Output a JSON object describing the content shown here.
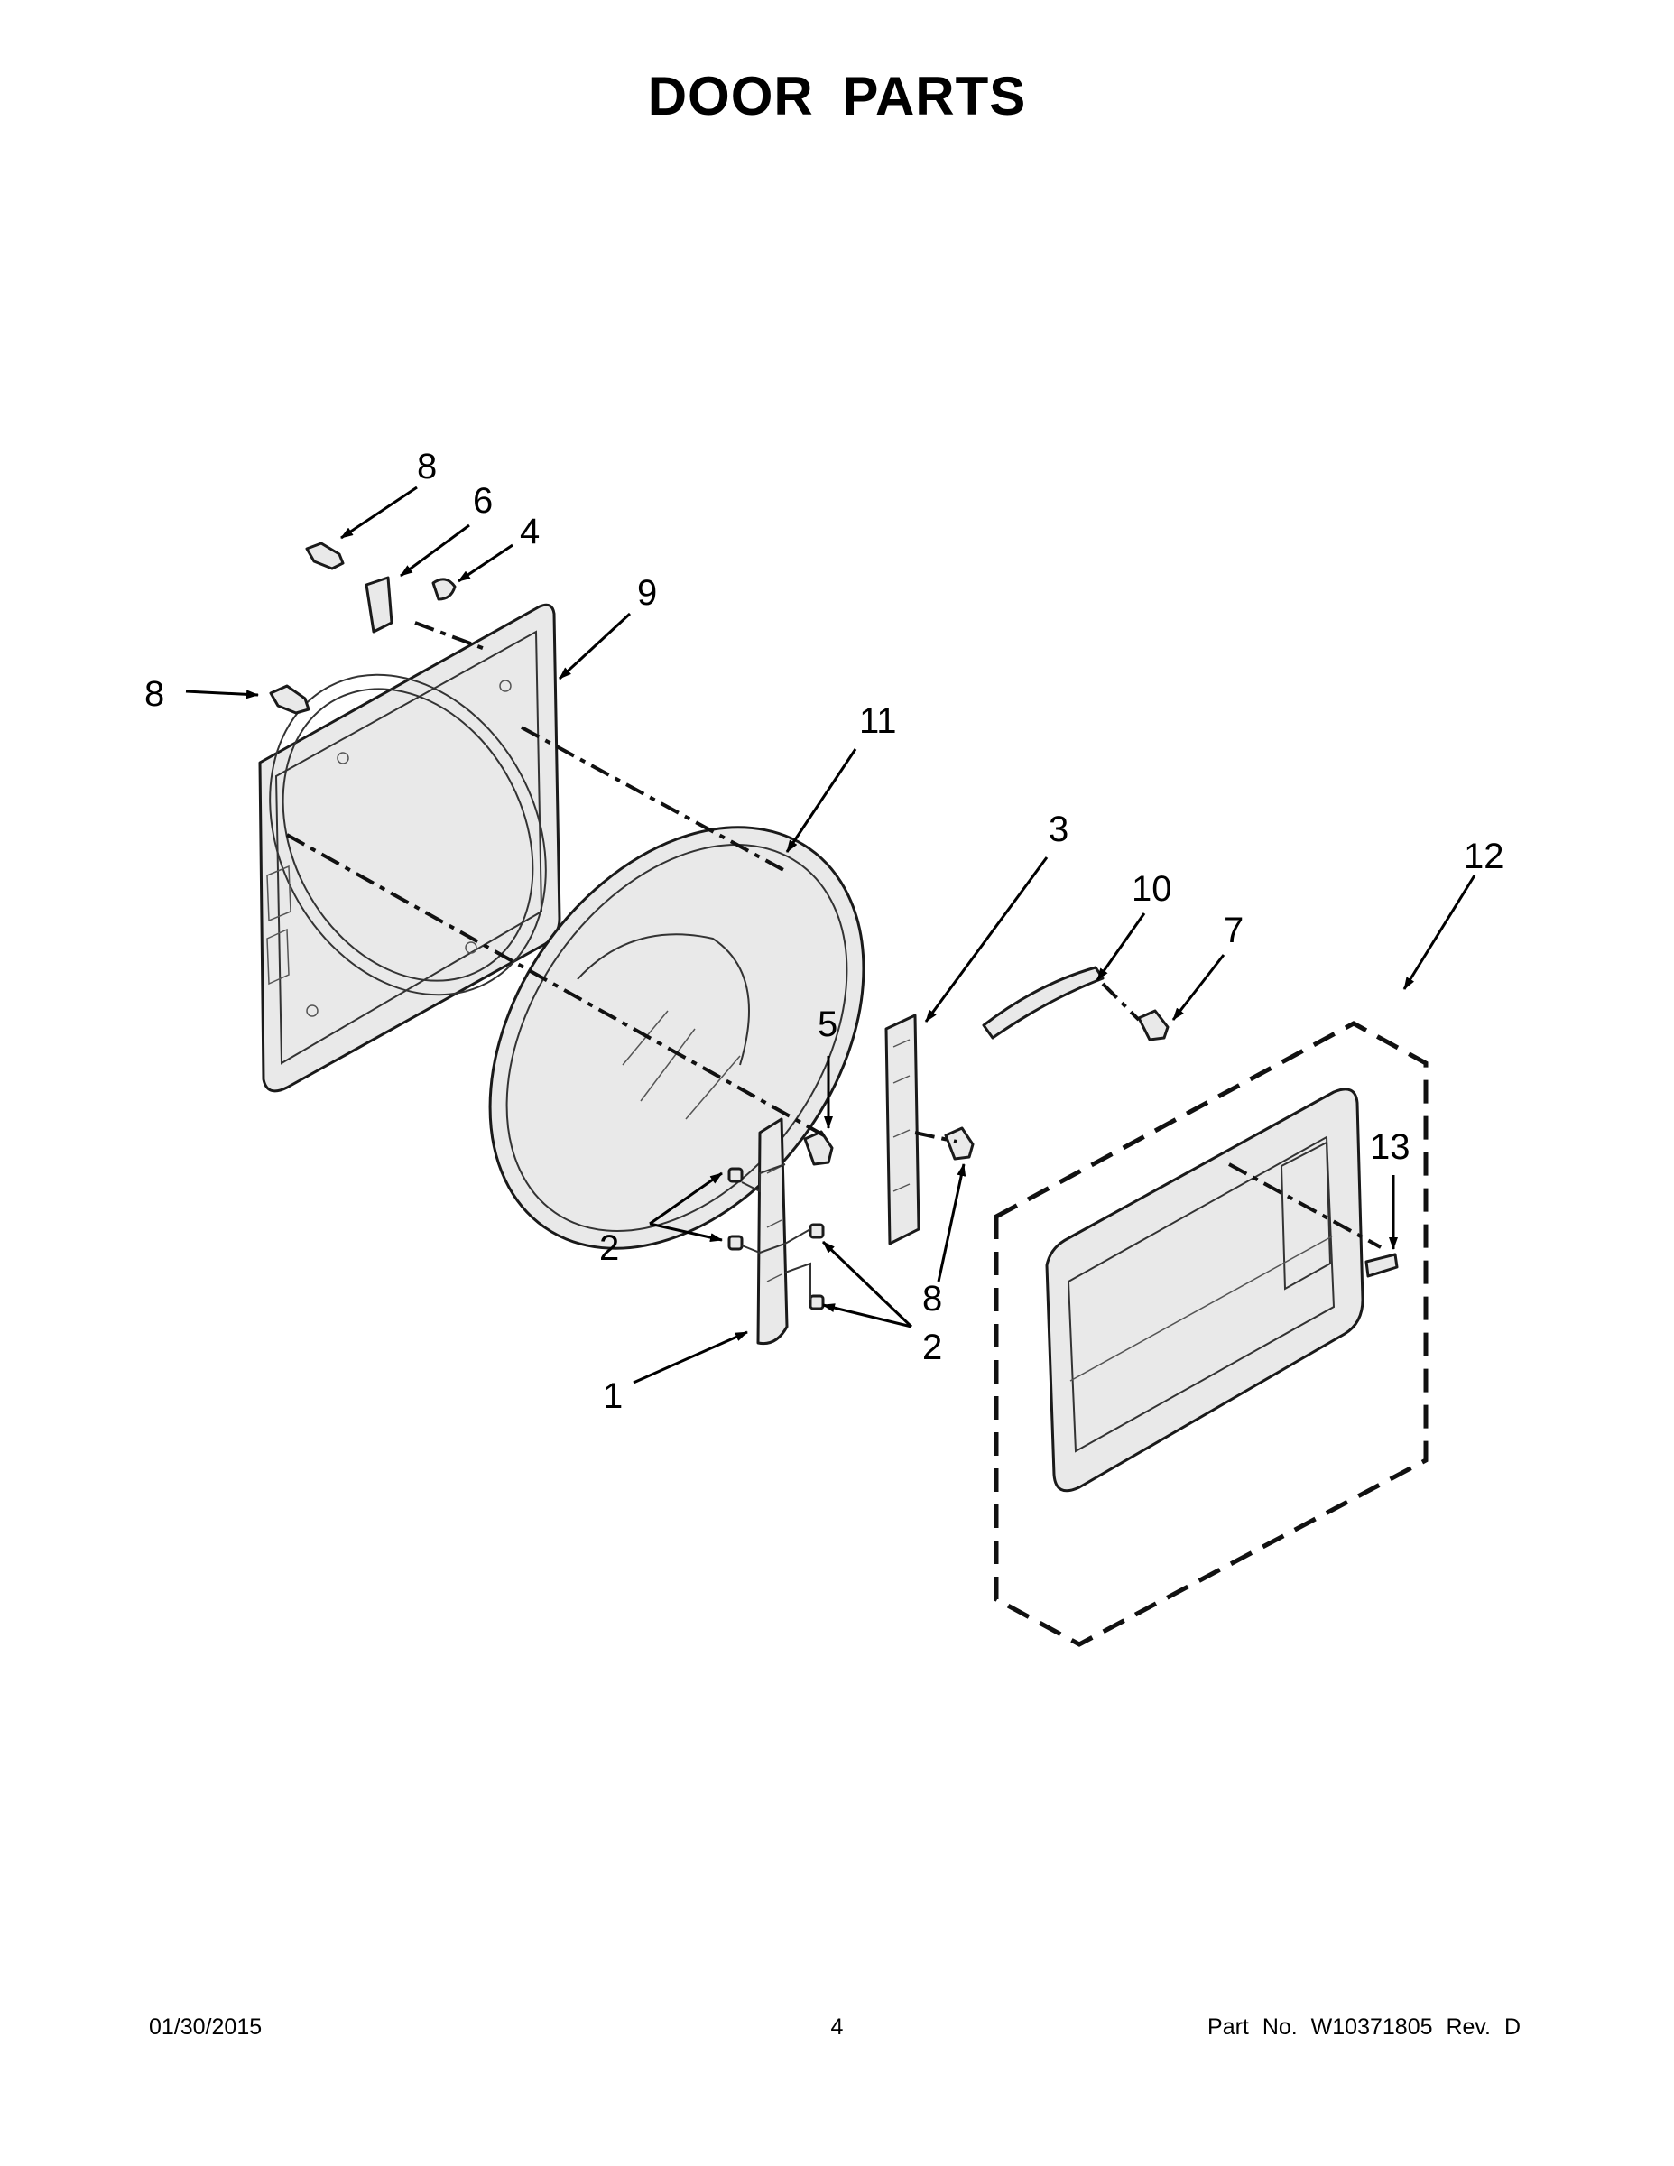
{
  "title": "DOOR PARTS",
  "footer": {
    "date": "01/30/2015",
    "page": "4",
    "part_info": "Part No.  W10371805  Rev.  D"
  },
  "callouts": [
    "8",
    "6",
    "4",
    "9",
    "8",
    "11",
    "3",
    "10",
    "7",
    "12",
    "5",
    "13",
    "2",
    "8",
    "2",
    "1"
  ]
}
